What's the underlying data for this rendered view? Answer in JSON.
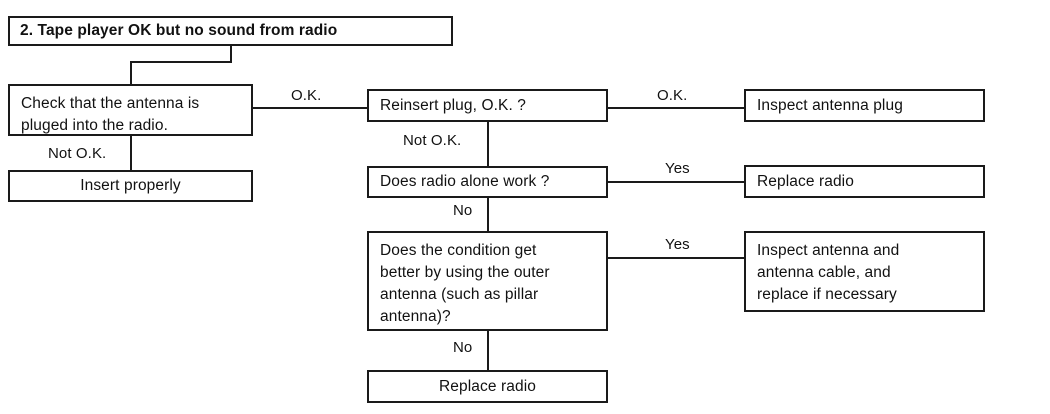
{
  "diagram": {
    "type": "troubleshooting-flowchart",
    "title": "2. Tape player OK but no sound from radio",
    "nodes": {
      "title_box": {
        "label": "2. Tape player OK but no sound from radio"
      },
      "check_antenna": {
        "line1": "Check that the antenna is",
        "line2": "pluged into the radio."
      },
      "insert_properly": {
        "label": "Insert properly"
      },
      "reinsert_plug": {
        "label": "Reinsert plug, O.K. ?"
      },
      "inspect_antenna_plug": {
        "label": "Inspect antenna plug"
      },
      "radio_alone_work": {
        "label": "Does radio alone work ?"
      },
      "replace_radio_1": {
        "label": "Replace radio"
      },
      "outer_antenna": {
        "line1": "Does the condition get",
        "line2": "better by using the outer",
        "line3": "antenna (such as pillar",
        "line4": "antenna)?"
      },
      "inspect_antenna_cable": {
        "line1": "Inspect antenna and",
        "line2": "antenna cable, and",
        "line3": "replace if necessary"
      },
      "replace_radio_2": {
        "label": "Replace radio"
      }
    },
    "edge_labels": {
      "check_ok": "O.K.",
      "check_not_ok": "Not O.K.",
      "reinsert_ok": "O.K.",
      "reinsert_not_ok": "Not O.K.",
      "radio_yes": "Yes",
      "radio_no": "No",
      "outer_yes": "Yes",
      "outer_no": "No"
    },
    "colors": {
      "line": "#1a1a1a",
      "background": "#ffffff",
      "text": "#111111"
    }
  }
}
